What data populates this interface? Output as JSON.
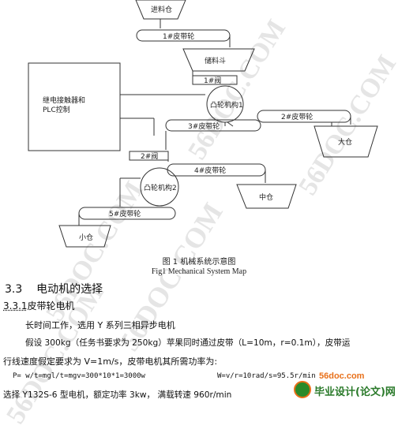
{
  "diagram": {
    "labels": {
      "inlet_bin": "进料仓",
      "belt1": "1#皮带轮",
      "storage_hopper": "储料斗",
      "gate1": "1#阀",
      "controller_line1": "继电接触器和",
      "controller_line2": "PLC控制",
      "cam1": "凸轮机构1",
      "belt2": "2#皮带轮",
      "belt3": "3#皮带轮",
      "big_bin": "大仓",
      "gate2": "2#阀",
      "belt4": "4#皮带轮",
      "cam2": "凸轮机构2",
      "mid_bin": "中仓",
      "belt5": "5#皮带轮",
      "small_bin": "小仓"
    }
  },
  "figure": {
    "caption_cn": "图 1 机械系统示意图",
    "caption_en": "Fig1 Mechanical System Map"
  },
  "section": {
    "number": "3.3",
    "title": "电动机的选择",
    "subsection_number": "3.3.1",
    "subsection_title": "皮带轮电机",
    "para1": "长时间工作，选用 Y 系列三相异步电机",
    "para2_line1": "假设 300kg（任务书要求为 250kg）苹果同时通过皮带（L=10m，r=0.1m），皮带运",
    "para2_line2": "行线速度假定要求为 V=1m/s，皮带电机其所需功率为:",
    "formula_p": "P= w/t=mgl/t=mgv=300*10*1=3000w",
    "formula_w": "W=v/r=10rad/s=95.5r/min",
    "para3": "选择 Y132S-6 型电机，额定功率 3kw，  满载转速 960r/min"
  },
  "watermarks": {
    "site_text": "56DOC.COM",
    "logo_url": "56doc.com",
    "logo_text": "毕业设计(论文)网"
  },
  "colors": {
    "line": "#333333",
    "logo_orange": "#e8701a",
    "logo_green": "#2a8a2a",
    "watermark": "#d0d0d0"
  }
}
